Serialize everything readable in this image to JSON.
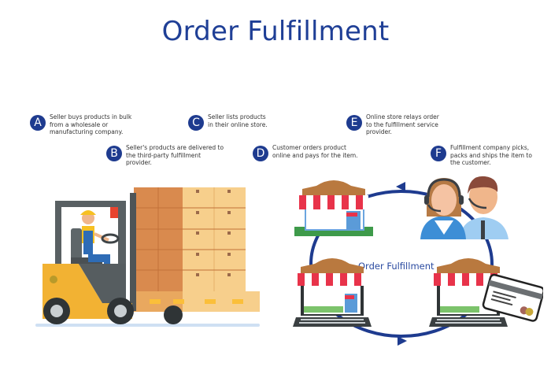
{
  "title": "Order Fulfillment",
  "colors": {
    "title": "#1f3f96",
    "badge": "#1e3b8f",
    "cycle_arrow": "#1e3b8f",
    "forklift": "#f2b233",
    "box_dark": "#d98a4e",
    "box_light": "#f7cf8c",
    "awning_red": "#e8334a",
    "roof_brown": "#b9793f"
  },
  "steps": [
    {
      "letter": "A",
      "text": "Seller buys products in bulk from a wholesale or manufacturing company."
    },
    {
      "letter": "B",
      "text": "Seller's products are delivered to the third-party fulfillment provider."
    },
    {
      "letter": "C",
      "text": "Seller lists products in their online store."
    },
    {
      "letter": "D",
      "text": "Customer orders product online and pays for the item."
    },
    {
      "letter": "E",
      "text": "Online store relays order to the fulfillment service provider."
    },
    {
      "letter": "F",
      "text": "Fulfillment company picks, packs and ships the item to the customer."
    }
  ],
  "cycle": {
    "label": "Order Fulfillment",
    "nodes": [
      "physical-store",
      "customer-service-agents",
      "online-store-laptop",
      "online-store-laptop-with-credit-card"
    ]
  },
  "icons": {
    "forklift": "forklift-with-worker-and-boxes",
    "store": "storefront",
    "agents": "headset-agents",
    "laptop": "laptop-store",
    "card": "credit-card"
  }
}
